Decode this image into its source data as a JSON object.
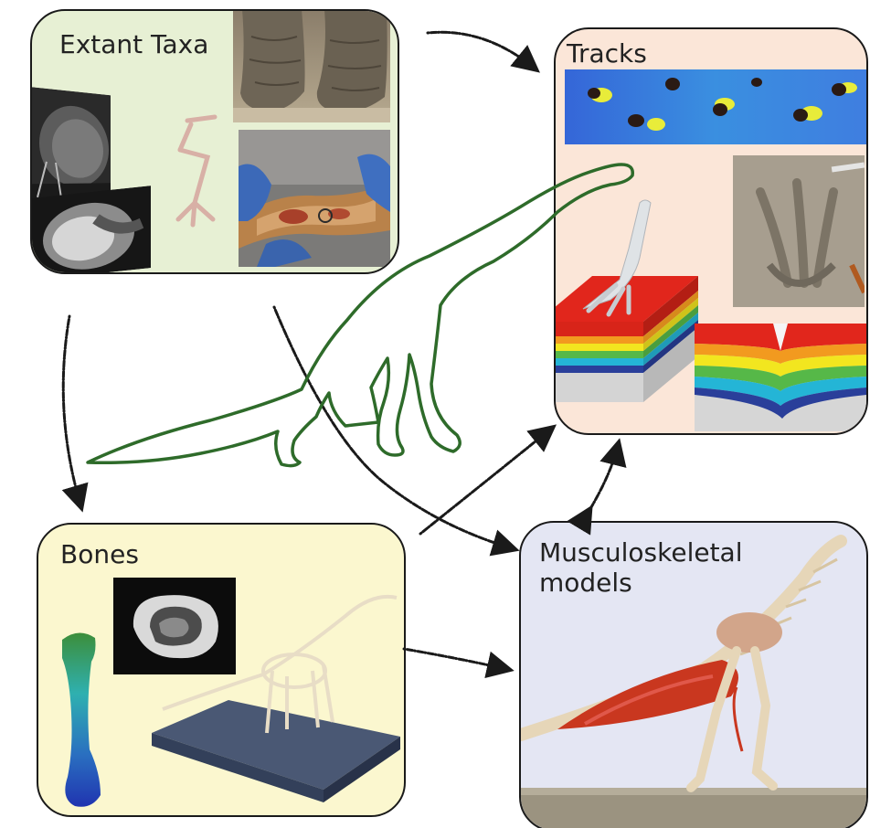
{
  "panels": {
    "extant": {
      "title": "Extant Taxa",
      "bg": "#e7f0d4"
    },
    "tracks": {
      "title": "Tracks",
      "bg": "#fbe6d8"
    },
    "bones": {
      "title": "Bones",
      "bg": "#fbf7cf"
    },
    "musculo": {
      "title": "Musculoskeletal\nmodels",
      "bg": "#e4e6f3"
    }
  },
  "colors": {
    "panel_border": "#1a1a1a",
    "arrow": "#1a1a1a",
    "dinosaur_outline": "#2e6b2a",
    "ground_red": "#e1261c",
    "ground_orange": "#f29a1f",
    "ground_yellow": "#f2e61f",
    "ground_green": "#56b848",
    "ground_cyan": "#24b5d6",
    "ground_blue": "#2a3f9a",
    "muscle": "#c9371f",
    "bone": "#e6d6b8"
  }
}
